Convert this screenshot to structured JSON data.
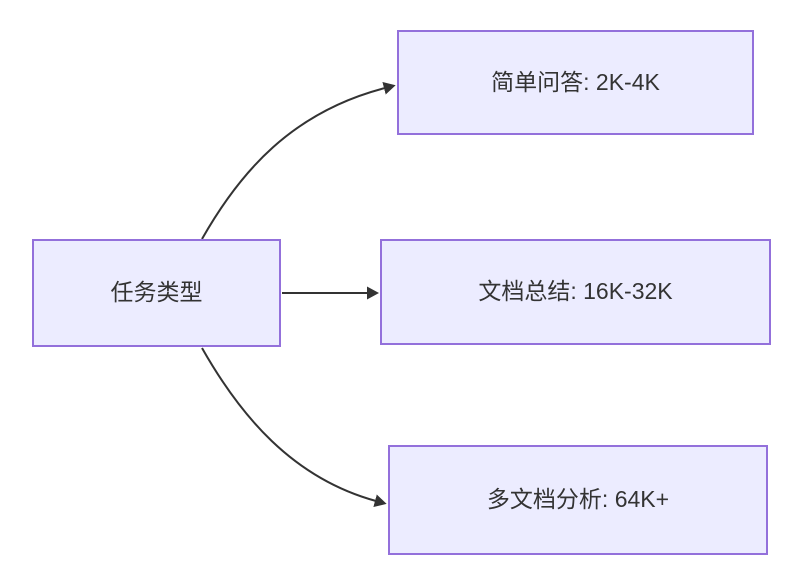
{
  "diagram": {
    "type": "flowchart-left-to-right",
    "colors": {
      "bg": "#ffffff",
      "node_fill": "#ECECFF",
      "node_border": "#9370DB",
      "arrow": "#333333",
      "text": "#333333"
    },
    "root": {
      "id": "task-type",
      "label": "任务类型"
    },
    "children": [
      {
        "id": "simple-qa",
        "label": "简单问答: 2K-4K"
      },
      {
        "id": "doc-summary",
        "label": "文档总结: 16K-32K"
      },
      {
        "id": "multi-doc",
        "label": "多文档分析: 64K+"
      }
    ],
    "edges": [
      {
        "from": "task-type",
        "to": "simple-qa"
      },
      {
        "from": "task-type",
        "to": "doc-summary"
      },
      {
        "from": "task-type",
        "to": "multi-doc"
      }
    ]
  }
}
